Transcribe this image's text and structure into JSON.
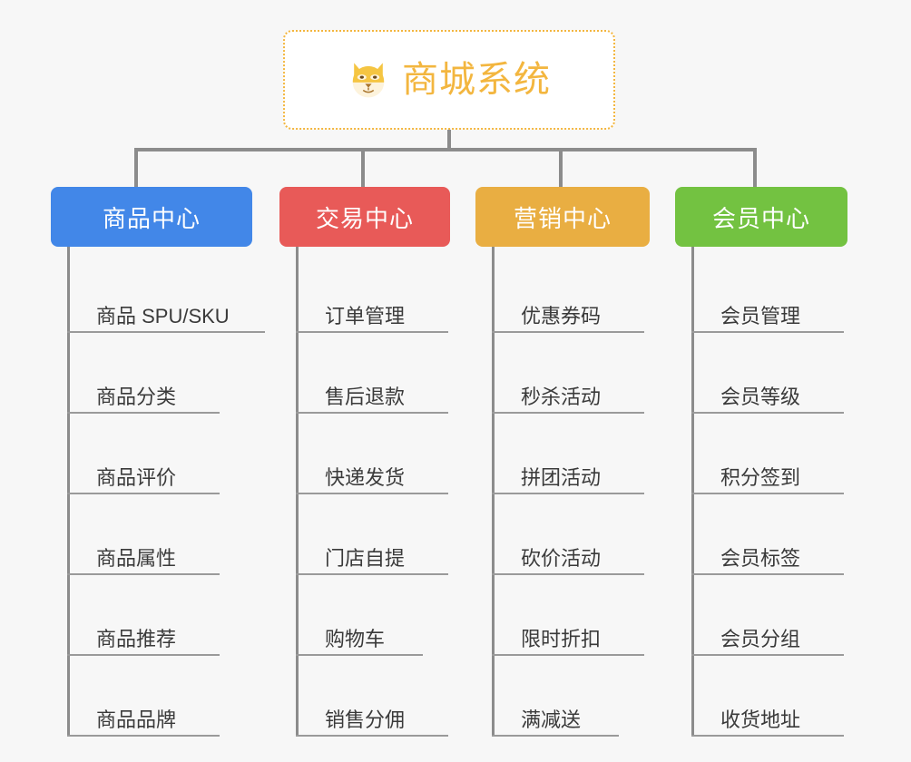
{
  "page": {
    "background_color": "#f7f7f7",
    "diagram_type": "org-chart-mindmap"
  },
  "root": {
    "icon": "shiba-dog-emoji",
    "title": "商城系统",
    "text_color": "#f3b63f",
    "border_color": "#f3b63f",
    "fill_color": "#ffffff"
  },
  "connector": {
    "color": "#8c8c8c"
  },
  "columns": [
    {
      "id": "product-center",
      "title": "商品中心",
      "color": "#4287e8",
      "items": [
        {
          "label": "商品 SPU/SKU",
          "rule": "rule-wlong"
        },
        {
          "label": "商品分类",
          "rule": "rule-w4"
        },
        {
          "label": "商品评价",
          "rule": "rule-w4"
        },
        {
          "label": "商品属性",
          "rule": "rule-w4"
        },
        {
          "label": "商品推荐",
          "rule": "rule-w4"
        },
        {
          "label": "商品品牌",
          "rule": "rule-w4"
        }
      ]
    },
    {
      "id": "trade-center",
      "title": "交易中心",
      "color": "#e85a58",
      "items": [
        {
          "label": "订单管理",
          "rule": "rule-w4"
        },
        {
          "label": "售后退款",
          "rule": "rule-w4"
        },
        {
          "label": "快递发货",
          "rule": "rule-w4"
        },
        {
          "label": "门店自提",
          "rule": "rule-w4"
        },
        {
          "label": "购物车",
          "rule": "rule-w3"
        },
        {
          "label": "销售分佣",
          "rule": "rule-w4"
        }
      ]
    },
    {
      "id": "marketing-center",
      "title": "营销中心",
      "color": "#e9ae42",
      "items": [
        {
          "label": "优惠券码",
          "rule": "rule-w4"
        },
        {
          "label": "秒杀活动",
          "rule": "rule-w4"
        },
        {
          "label": "拼团活动",
          "rule": "rule-w4"
        },
        {
          "label": "砍价活动",
          "rule": "rule-w4"
        },
        {
          "label": "限时折扣",
          "rule": "rule-w4"
        },
        {
          "label": "满减送",
          "rule": "rule-w3"
        }
      ]
    },
    {
      "id": "member-center",
      "title": "会员中心",
      "color": "#73c241",
      "items": [
        {
          "label": "会员管理",
          "rule": "rule-w4"
        },
        {
          "label": "会员等级",
          "rule": "rule-w4"
        },
        {
          "label": "积分签到",
          "rule": "rule-w4"
        },
        {
          "label": "会员标签",
          "rule": "rule-w4"
        },
        {
          "label": "会员分组",
          "rule": "rule-w4"
        },
        {
          "label": "收货地址",
          "rule": "rule-w4"
        }
      ]
    }
  ]
}
